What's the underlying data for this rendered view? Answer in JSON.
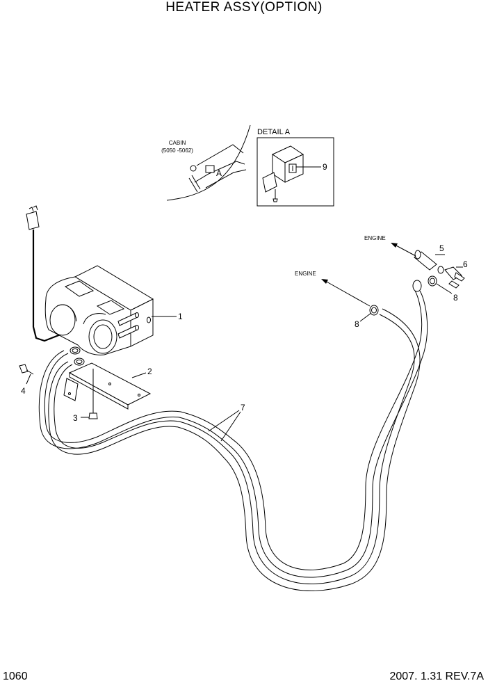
{
  "title": "HEATER ASSY(OPTION)",
  "page_number": "1060",
  "revision": "2007. 1.31 REV.7A",
  "inset": {
    "cabin_label": "CABIN",
    "cabin_range": "(5050 -5062)",
    "view_marker": "A",
    "detail_title": "DETAIL A"
  },
  "direction_labels": {
    "engine_upper": "ENGINE",
    "engine_lower": "ENGINE"
  },
  "callouts": {
    "c1": "1",
    "c2": "2",
    "c3": "3",
    "c4": "4",
    "c5": "5",
    "c6": "6",
    "c7": "7",
    "c8a": "8",
    "c8b": "8",
    "c9": "9"
  }
}
